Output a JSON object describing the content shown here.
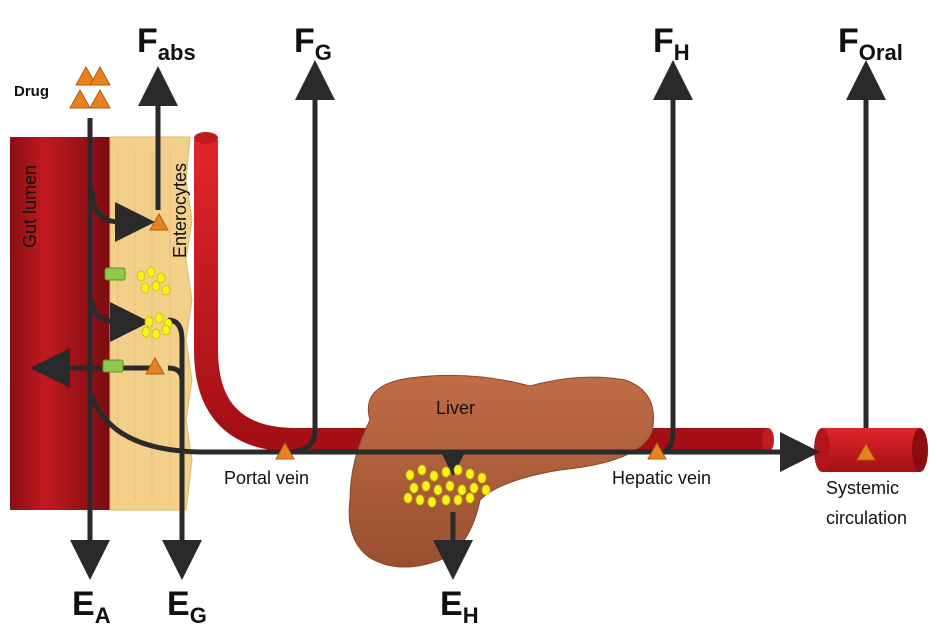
{
  "fractions": {
    "f_abs": {
      "main": "F",
      "sub": "abs"
    },
    "f_g": {
      "main": "F",
      "sub": "G"
    },
    "f_h": {
      "main": "F",
      "sub": "H"
    },
    "f_oral": {
      "main": "F",
      "sub": "Oral"
    }
  },
  "extractions": {
    "e_a": {
      "main": "E",
      "sub": "A"
    },
    "e_g": {
      "main": "E",
      "sub": "G"
    },
    "e_h": {
      "main": "E",
      "sub": "H"
    }
  },
  "labels": {
    "drug": "Drug",
    "gut_lumen": "Gut lumen",
    "enterocytes": "Enterocytes",
    "liver": "Liver",
    "portal_vein": "Portal vein",
    "hepatic_vein": "Hepatic vein",
    "systemic_line1": "Systemic",
    "systemic_line2": "circulation"
  },
  "colors": {
    "gut_red": "#b0141b",
    "vessel_red": "#d6141a",
    "enterocyte": "#f2d08a",
    "liver": "#b5633f",
    "drug_triangle": "#e8821f",
    "metabolite_dot": "#f7f21a",
    "transporter": "#8fc94a",
    "arrow": "#2a2a2a"
  },
  "icons": [
    "drug-triangle-icon",
    "metabolite-dot-icon",
    "transporter-icon"
  ]
}
